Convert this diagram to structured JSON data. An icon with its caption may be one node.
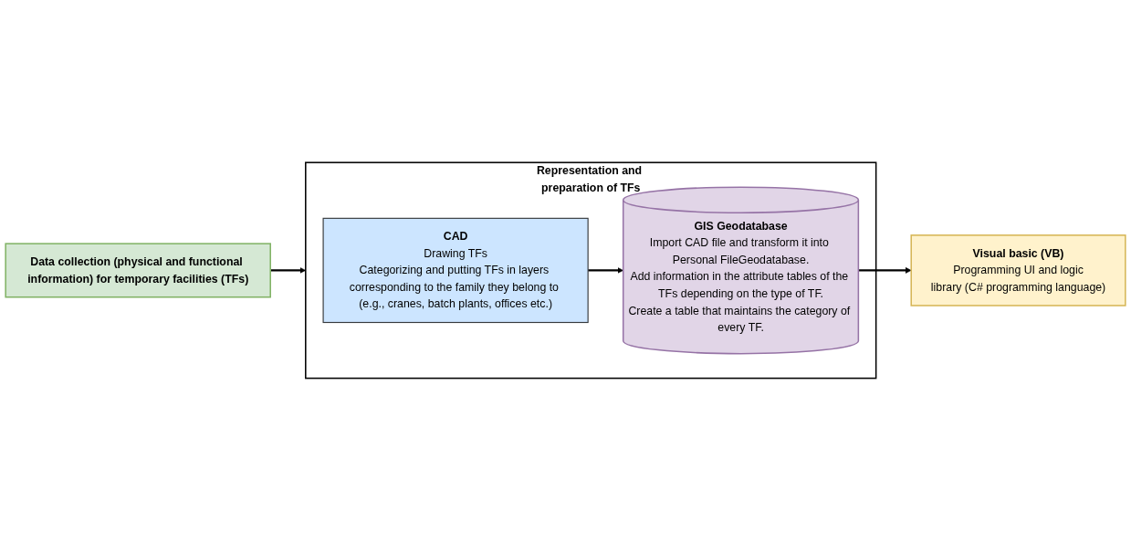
{
  "diagram": {
    "nodes": [
      {
        "text": [
          "Data collection (physical and functional information) for temporary facilities (TFs)"
        ]
      },
      {
        "text": [
          "Representation and preparation of TFs"
        ]
      },
      {
        "text": [
          "CAD",
          "Drawing TFs",
          "Categorizing and putting TFs in layers corresponding to the family they belong to (e.g., cranes, batch plants, offices etc.)"
        ],
        "in": 1
      },
      {
        "text": [
          "GIS Geodatabase",
          "Import CAD file and transform it into Personal FileGeodatabase.",
          "Add information in the attribute tables of the TFs depending on the type of TF.",
          "Create a table that maintains the category of every TF."
        ],
        "in": 1
      },
      {
        "text": [
          "Visual basic (VB)",
          "Programming UI and logic",
          "library (C# programming language)"
        ]
      }
    ],
    "edges": [
      {
        "from": 0,
        "to": 1,
        "arrow": "to"
      },
      {
        "from": 2,
        "to": 3,
        "arrow": "to"
      },
      {
        "from": 3,
        "to": 4,
        "arrow": "to"
      }
    ]
  }
}
